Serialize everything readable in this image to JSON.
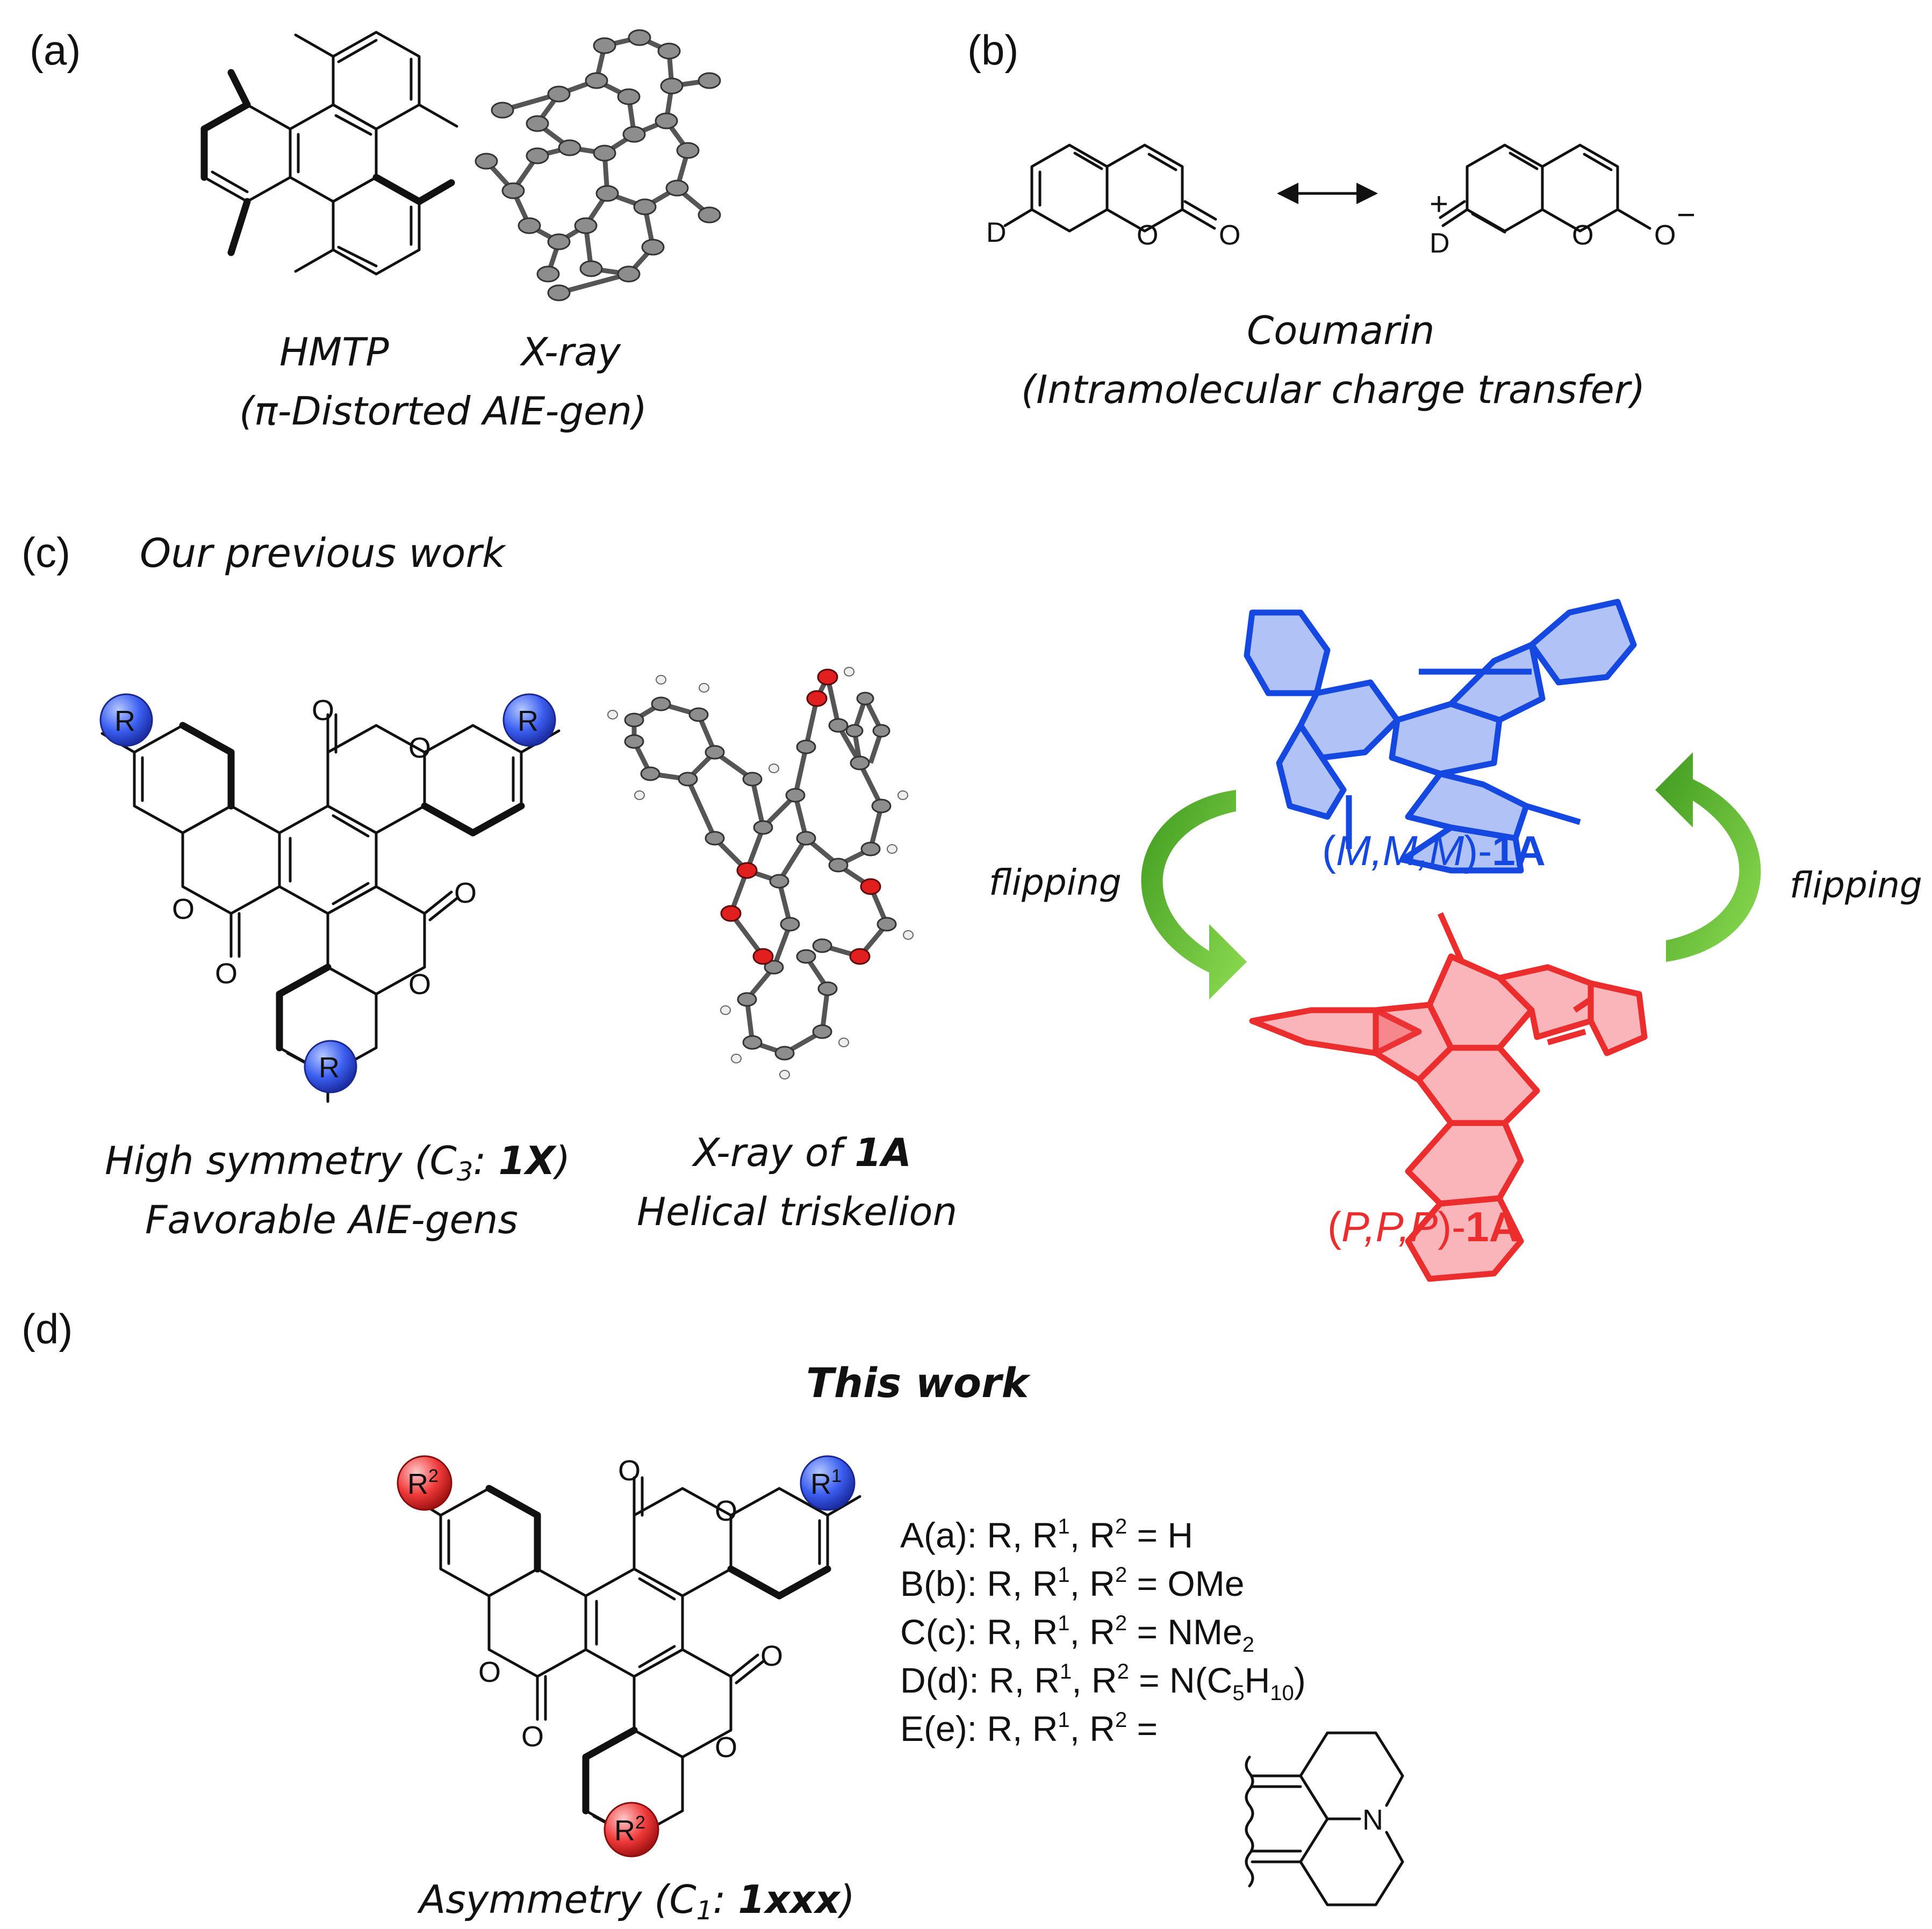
{
  "panels": {
    "a": {
      "label": "(a)",
      "cap1": "HMTP",
      "cap2": "X-ray",
      "cap3": "(π-Distorted AIE-gen)"
    },
    "b": {
      "label": "(b)",
      "d_atom": "D",
      "o_atom": "O",
      "plus": "+",
      "minus": "−",
      "cap1": "Coumarin",
      "cap2": "(Intramolecular charge transfer)"
    },
    "c": {
      "label": "(c)",
      "heading": "Our previous work",
      "r_label": "R",
      "o_atom": "O",
      "cap_left1": "High symmetry (C",
      "cap_left1_sub": "3",
      "cap_left1_tail": ": ",
      "cap_left1_bold": "1X",
      "cap_left1_end": ")",
      "cap_left2": "Favorable AIE-gens",
      "cap_mid1": "X-ray of ",
      "cap_mid1_bold": "1A",
      "cap_mid2": "Helical triskelion",
      "flipping": "flipping",
      "mmm_italic": "M,M,M",
      "ppp_italic": "P,P,P",
      "suffix": "1A",
      "open_paren": "(",
      "close_paren": ")-",
      "mmm_color": "#1548e0",
      "ppp_color": "#ec2d2d",
      "arrow_color": "#5cb82e"
    },
    "d": {
      "label": "(d)",
      "heading": "This work",
      "r1": "R",
      "r1_sup": "1",
      "r2": "R",
      "r2_sup": "2",
      "n_atom": "N",
      "cap1": "Asymmetry (C",
      "cap1_sub": "1",
      "cap1_tail": ": ",
      "cap1_bold": "1xxx",
      "cap1_end": ")",
      "entries": [
        {
          "key": "A(a): R, R",
          "sup1": "1",
          "mid": ", R",
          "sup2": "2",
          "val": " = H",
          "sub": "",
          "tail": ""
        },
        {
          "key": "B(b): R, R",
          "sup1": "1",
          "mid": ", R",
          "sup2": "2",
          "val": " = OMe",
          "sub": "",
          "tail": ""
        },
        {
          "key": "C(c): R, R",
          "sup1": "1",
          "mid": ", R",
          "sup2": "2",
          "val": " = NMe",
          "sub": "2",
          "tail": ""
        },
        {
          "key": "D(d): R, R",
          "sup1": "1",
          "mid": ", R",
          "sup2": "2",
          "val": " = N(C",
          "sub": "5",
          "tail": "H",
          "sub2": "10",
          "tail2": ")"
        },
        {
          "key": "E(e): R, R",
          "sup1": "1",
          "mid": ", R",
          "sup2": "2",
          "val": " =",
          "sub": "",
          "tail": ""
        }
      ]
    }
  }
}
